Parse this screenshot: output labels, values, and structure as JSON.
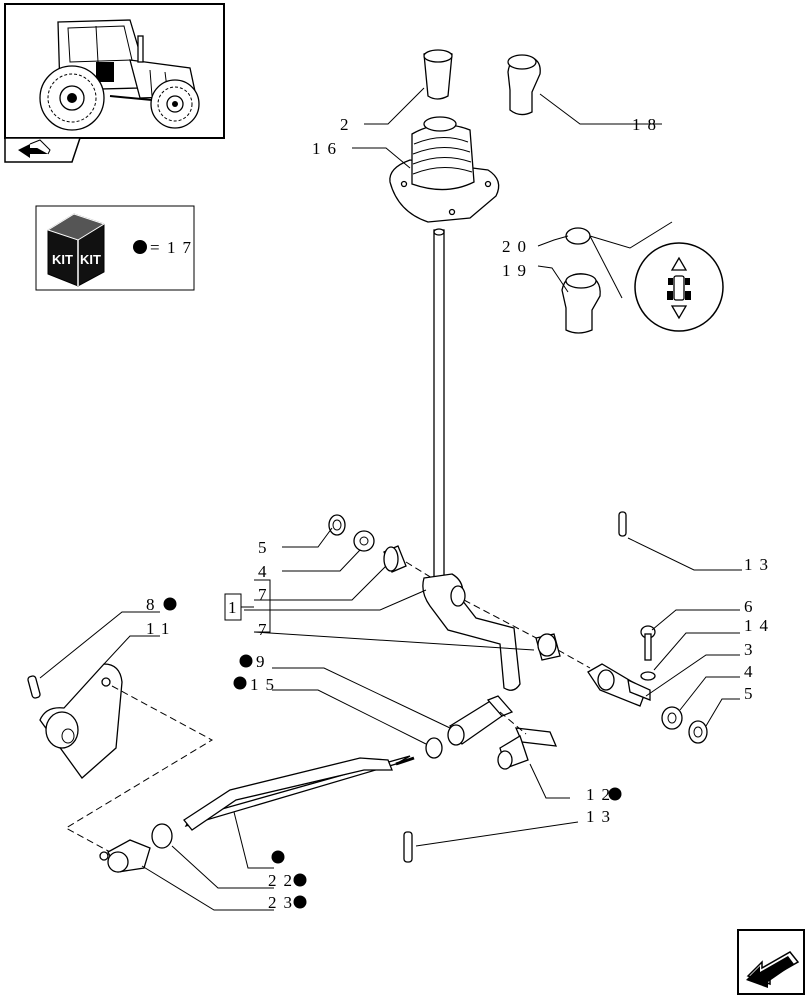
{
  "callouts": {
    "c2": "2",
    "c16": "16",
    "c18": "18",
    "c20": "20",
    "c19": "19",
    "c5a": "5",
    "c4a": "4",
    "c7a": "7",
    "c1": "1",
    "c7b": "7",
    "c13a": "13",
    "c6": "6",
    "c14": "14",
    "c3": "3",
    "c4b": "4",
    "c5b": "5",
    "c8": "8",
    "c11": "11",
    "c9": "9",
    "c15": "15",
    "c12": "12",
    "c13b": "13",
    "c22": "22",
    "c23": "23"
  },
  "kit_legend": {
    "kit_left": "KIT",
    "kit_right": "KIT",
    "equals": "=",
    "value": "17"
  },
  "icons": {
    "thumbnail": "tractor-thumbnail-icon",
    "nav_prev": "back-arrow-icon",
    "nav_next": "next-page-arrow-icon",
    "selector": "direction-selector-icon"
  }
}
